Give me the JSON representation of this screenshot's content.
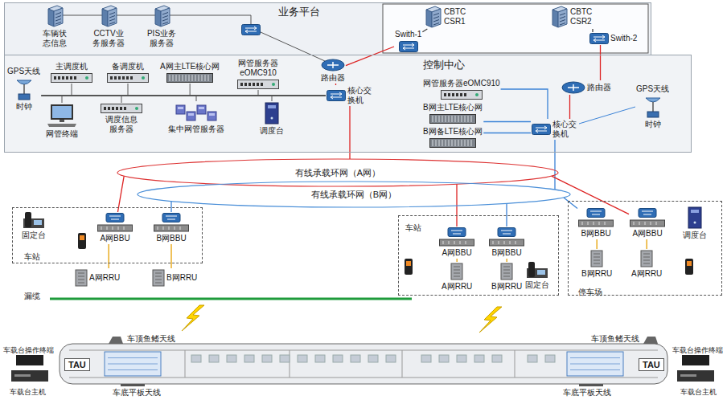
{
  "diagram": {
    "nodes": [
      {
        "text": [
          "业务平台"
        ]
      },
      {
        "text": [
          "车辆状态信息"
        ],
        "in": 0
      },
      {
        "text": [
          "CCTV业务服务器"
        ],
        "in": 0
      },
      {
        "text": [
          "PIS业务服务器"
        ],
        "in": 0
      },
      {
        "text": [
          "CBTC CSR1"
        ],
        "in": 0
      },
      {
        "text": [
          "CBTC CSR2"
        ],
        "in": 0
      },
      {
        "text": [
          "Swith-1"
        ],
        "in": 0
      },
      {
        "text": [
          "Swith-2"
        ],
        "in": 0
      },
      {
        "text": [
          "控制中心"
        ]
      },
      {
        "text": [
          "路由器"
        ],
        "in": 8
      },
      {
        "text": [
          "路由器"
        ],
        "in": 8
      },
      {
        "text": [
          "GPS天线",
          "时钟"
        ],
        "in": 8
      },
      {
        "text": [
          "主调度机"
        ],
        "in": 8
      },
      {
        "text": [
          "备调度机"
        ],
        "in": 8
      },
      {
        "text": [
          "A网主LTE核心网"
        ],
        "in": 8
      },
      {
        "text": [
          "网管服务器 eOMC910"
        ],
        "in": 8
      },
      {
        "text": [
          "网管终端"
        ],
        "in": 8
      },
      {
        "text": [
          "调度信息服务器"
        ],
        "in": 8
      },
      {
        "text": [
          "集中网管服务器"
        ],
        "in": 8
      },
      {
        "text": [
          "调度台"
        ],
        "in": 8
      },
      {
        "text": [
          "核心交换机"
        ],
        "in": 8
      },
      {
        "text": [
          "网管服务器eOMC910"
        ],
        "in": 8
      },
      {
        "text": [
          "B网主LTE核心网"
        ],
        "in": 8
      },
      {
        "text": [
          "B网备LTE核心网"
        ],
        "in": 8
      },
      {
        "text": [
          "核心交换机"
        ],
        "in": 8
      },
      {
        "text": [
          "GPS天线",
          "时钟"
        ],
        "in": 8
      },
      {
        "text": [
          "有线承载环网（A网）"
        ]
      },
      {
        "text": [
          "有线承载环网（B网）"
        ]
      },
      {
        "text": [
          "车站"
        ]
      },
      {
        "text": [
          "固定台"
        ],
        "in": 28
      },
      {
        "text": [
          "A网BBU"
        ],
        "in": 28
      },
      {
        "text": [
          "B网BBU"
        ],
        "in": 28
      },
      {
        "text": [
          "A网RRU"
        ]
      },
      {
        "text": [
          "B网RRU"
        ]
      },
      {
        "text": [
          "车站"
        ]
      },
      {
        "text": [
          "A网BBU"
        ],
        "in": 34
      },
      {
        "text": [
          "B网BBU"
        ],
        "in": 34
      },
      {
        "text": [
          "A网RRU"
        ],
        "in": 34
      },
      {
        "text": [
          "B网RRU"
        ],
        "in": 34
      },
      {
        "text": [
          "固定台"
        ],
        "in": 34
      },
      {
        "text": [
          "停车场"
        ]
      },
      {
        "text": [
          "B网BBU"
        ],
        "in": 40
      },
      {
        "text": [
          "A网BBU"
        ],
        "in": 40
      },
      {
        "text": [
          "调度台"
        ],
        "in": 40
      },
      {
        "text": [
          "B网RRU"
        ],
        "in": 40
      },
      {
        "text": [
          "A网RRU"
        ],
        "in": 40
      },
      {
        "text": [
          "TAU"
        ]
      },
      {
        "text": [
          "TAU"
        ]
      }
    ],
    "edges": [
      {
        "from": 4,
        "to": 6,
        "arrow": "none"
      },
      {
        "from": 5,
        "to": 7,
        "arrow": "none"
      },
      {
        "from": 6,
        "to": 9,
        "arrow": "none"
      },
      {
        "from": 7,
        "to": 10,
        "arrow": "none"
      },
      {
        "from": 9,
        "to": 20,
        "arrow": "none"
      },
      {
        "from": 10,
        "to": 24,
        "arrow": "none"
      },
      {
        "from": 20,
        "to": 26,
        "arrow": "none"
      },
      {
        "from": 24,
        "to": 27,
        "arrow": "none"
      },
      {
        "from": 21,
        "to": 24,
        "arrow": "none"
      },
      {
        "from": 22,
        "to": 24,
        "arrow": "none"
      },
      {
        "from": 23,
        "to": 24,
        "arrow": "none"
      },
      {
        "from": 26,
        "to": 30,
        "arrow": "none"
      },
      {
        "from": 27,
        "to": 31,
        "arrow": "none"
      },
      {
        "from": 26,
        "to": 35,
        "arrow": "none"
      },
      {
        "from": 27,
        "to": 36,
        "arrow": "none"
      },
      {
        "from": 26,
        "to": 42,
        "arrow": "none"
      },
      {
        "from": 27,
        "to": 41,
        "arrow": "none"
      },
      {
        "from": 30,
        "to": 32,
        "arrow": "none"
      },
      {
        "from": 31,
        "to": 33,
        "arrow": "none"
      },
      {
        "from": 35,
        "to": 37,
        "arrow": "none"
      },
      {
        "from": 36,
        "to": 38,
        "arrow": "none"
      },
      {
        "from": 41,
        "to": 44,
        "arrow": "none"
      },
      {
        "from": 42,
        "to": 45,
        "arrow": "none"
      }
    ],
    "labels": [
      "漏缆",
      "车顶鱼鳍天线",
      "车顶鱼鳍天线",
      "车载台操作终端",
      "车载台操作终端",
      "车载台主机",
      "车载台主机",
      "车底平板天线",
      "车底平板天线"
    ]
  }
}
